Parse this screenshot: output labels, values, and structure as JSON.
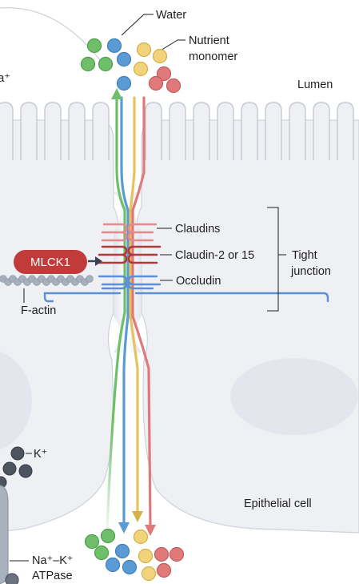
{
  "labels": {
    "water": "Water",
    "nutrient_line1": "Nutrient",
    "nutrient_line2": "monomer",
    "na_partial": "la⁺",
    "lumen": "Lumen",
    "claudins": "Claudins",
    "claudin_2_15": "Claudin-2 or 15",
    "occludin": "Occludin",
    "tight_line1": "Tight",
    "tight_line2": "junction",
    "mlck1": "MLCK1",
    "f_actin": "F-actin",
    "k_ion": "K⁺",
    "epithelial_cell": "Epithelial cell",
    "atpase_line1": "Na⁺–K⁺",
    "atpase_line2": "ATPase"
  },
  "colors": {
    "water": "#5b9bd5",
    "nutrient": "#f2d27a",
    "green_particle": "#6fbf6a",
    "red_particle": "#e07a7a",
    "mlck1": "#c23b3b",
    "claudin": "#e58a8a",
    "claudin_2_15": "#b33a3a",
    "occludin": "#5b8fd6",
    "cell_fill": "#eef0f4",
    "actin": "#a6b0bd",
    "k_ion": "#4e5360"
  }
}
